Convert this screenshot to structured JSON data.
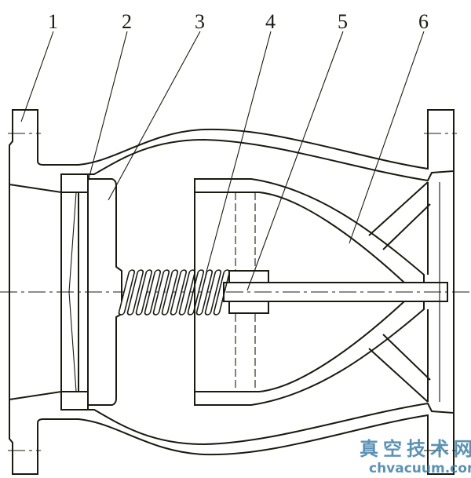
{
  "part_labels": [
    "1",
    "2",
    "3",
    "4",
    "5",
    "6"
  ],
  "watermark": {
    "line1": "真空技术网",
    "line2": "chvacuum.com"
  },
  "colors": {
    "ink": "#1a1a10",
    "watermark": "#3f7fa8"
  }
}
